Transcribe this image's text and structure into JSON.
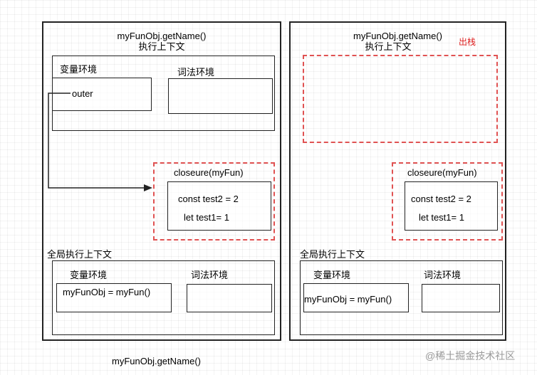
{
  "left": {
    "title": "myFunObj.getName()",
    "subtitle": "执行上下文",
    "var_env_label": "变量环境",
    "outer_label": "outer",
    "lex_env_label": "词法环境",
    "closure_label": "closeure(myFun)",
    "closure_line1": "const test2 = 2",
    "closure_line2": "let test1= 1",
    "global_label": "全局执行上下文",
    "global_var_env_label": "变量环境",
    "global_var_value": "myFunObj = myFun()",
    "global_lex_env_label": "词法环境"
  },
  "right": {
    "title": "myFunObj.getName()",
    "subtitle": "执行上下文",
    "pop_label": "出栈",
    "closure_label": "closeure(myFun)",
    "closure_line1": "const test2 = 2",
    "closure_line2": "let test1= 1",
    "global_label": "全局执行上下文",
    "global_var_env_label": "变量环境",
    "global_var_value": "myFunObj = myFun()",
    "global_lex_env_label": "词法环境"
  },
  "bottom_caption": "myFunObj.getName()",
  "watermark": "@稀土掘金技术社区",
  "colors": {
    "stroke": "#222222",
    "dashed": "#e05252",
    "pop": "#dd2222"
  }
}
